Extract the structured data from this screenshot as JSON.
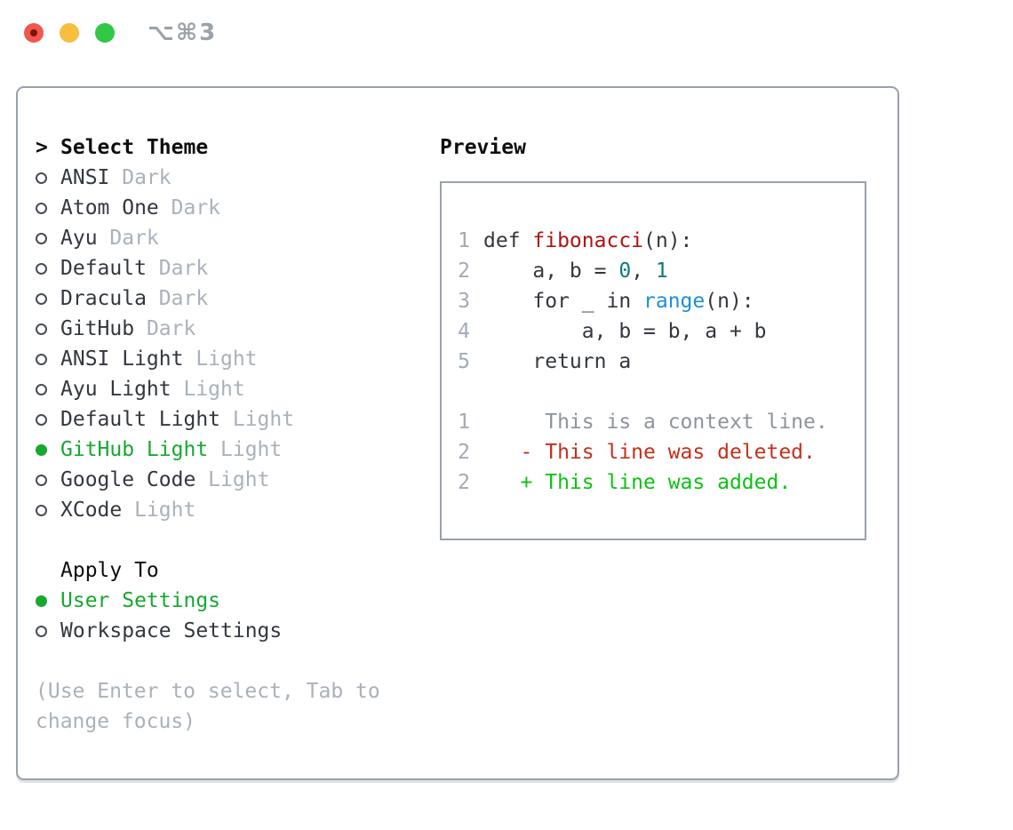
{
  "window": {
    "shortcut_title": "⌥⌘3",
    "traffic_lights": [
      "close",
      "minimize",
      "zoom"
    ]
  },
  "colors": {
    "selection_green": "#16a831",
    "added_green": "#0cc213",
    "deleted_red": "#c43019",
    "function_red": "#ae1410",
    "builtin_blue": "#1b90d2",
    "number_teal": "#0b7d74",
    "border_gray": "#99a1ab",
    "tag_gray": "#a9b1bb"
  },
  "theme_panel": {
    "header": {
      "prefix": ">",
      "label": "Select Theme"
    },
    "themes": [
      {
        "name": "ANSI",
        "tag": "Dark",
        "selected": false
      },
      {
        "name": "Atom One",
        "tag": "Dark",
        "selected": false
      },
      {
        "name": "Ayu",
        "tag": "Dark",
        "selected": false
      },
      {
        "name": "Default",
        "tag": "Dark",
        "selected": false
      },
      {
        "name": "Dracula",
        "tag": "Dark",
        "selected": false
      },
      {
        "name": "GitHub",
        "tag": "Dark",
        "selected": false
      },
      {
        "name": "ANSI Light",
        "tag": "Light",
        "selected": false
      },
      {
        "name": "Ayu Light",
        "tag": "Light",
        "selected": false
      },
      {
        "name": "Default Light",
        "tag": "Light",
        "selected": false
      },
      {
        "name": "GitHub Light",
        "tag": "Light",
        "selected": true
      },
      {
        "name": "Google Code",
        "tag": "Light",
        "selected": false
      },
      {
        "name": "XCode",
        "tag": "Light",
        "selected": false
      }
    ],
    "apply_to": {
      "label": "Apply To",
      "options": [
        {
          "name": "User Settings",
          "selected": true
        },
        {
          "name": "Workspace Settings",
          "selected": false
        }
      ]
    },
    "hint_lines": [
      "(Use Enter to select, Tab to",
      "change focus)"
    ]
  },
  "preview": {
    "label": "Preview",
    "code_lines": [
      {
        "num": "1",
        "tokens": [
          {
            "text": "def ",
            "style": "plain"
          },
          {
            "text": "fibonacci",
            "style": "function"
          },
          {
            "text": "(n):",
            "style": "plain"
          }
        ]
      },
      {
        "num": "2",
        "tokens": [
          {
            "text": "    a, b = ",
            "style": "plain"
          },
          {
            "text": "0",
            "style": "number"
          },
          {
            "text": ", ",
            "style": "plain"
          },
          {
            "text": "1",
            "style": "number"
          }
        ]
      },
      {
        "num": "3",
        "tokens": [
          {
            "text": "    for _ in ",
            "style": "plain"
          },
          {
            "text": "range",
            "style": "builtin"
          },
          {
            "text": "(n):",
            "style": "plain"
          }
        ]
      },
      {
        "num": "4",
        "tokens": [
          {
            "text": "        a, b = b, a + b",
            "style": "plain"
          }
        ]
      },
      {
        "num": "5",
        "tokens": [
          {
            "text": "    return a",
            "style": "plain"
          }
        ]
      }
    ],
    "diff_lines": [
      {
        "num": "1",
        "tokens": [
          {
            "text": "     This is a context line.",
            "style": "context"
          }
        ]
      },
      {
        "num": "2",
        "tokens": [
          {
            "text": "   - This line was deleted.",
            "style": "deleted"
          }
        ]
      },
      {
        "num": "2",
        "tokens": [
          {
            "text": "   + This line was added.",
            "style": "added"
          }
        ]
      }
    ]
  }
}
